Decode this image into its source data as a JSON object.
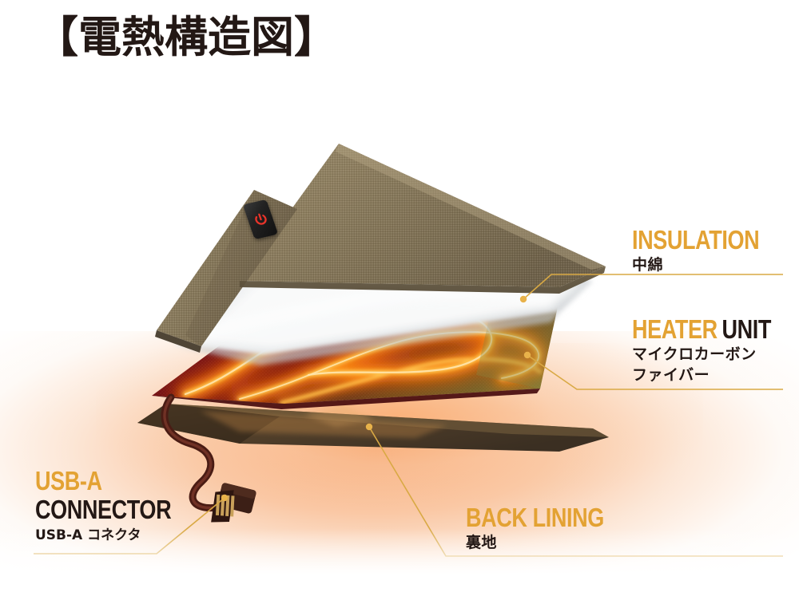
{
  "page": {
    "title_jp": "【電熱構造図】",
    "background_color": "#ffffff",
    "accent_gold": "#E3A233",
    "text_dark": "#231815",
    "leader_line_color": "#D9A944",
    "glow_color": "#F7AA78"
  },
  "labels": {
    "insulation": {
      "en": "INSULATION",
      "en_color": "#E3A233",
      "jp": "中綿"
    },
    "heater": {
      "en_primary": "HEATER",
      "en_primary_color": "#E3A233",
      "en_secondary": "UNIT",
      "en_secondary_color": "#231815",
      "jp_line1": "マイクロカーボン",
      "jp_line2": "ファイバー"
    },
    "back_lining": {
      "en": "BACK LINING",
      "en_color": "#E3A233",
      "jp": "裏地"
    },
    "usb_connector": {
      "en_line1": "USB-A",
      "en_line1_color": "#E3A233",
      "en_line2": "CONNECTOR",
      "en_line2_color": "#231815",
      "jp": "USB-A コネクタ"
    }
  },
  "layers": [
    {
      "name": "outer-shell-fabric",
      "color": "#8A7B5C",
      "description": "khaki woven outer shell"
    },
    {
      "name": "insulation-batting",
      "color": "#EFF0F0",
      "description": "white fluffy batting"
    },
    {
      "name": "heater-unit-sheet",
      "color": "#6E0F14",
      "description": "dark crimson heating panel with glowing elements"
    },
    {
      "name": "back-lining-sheet",
      "color": "#4A3A28",
      "description": "dark brown back lining"
    }
  ],
  "components": {
    "power_button": {
      "name": "power-button",
      "icon": "power-icon",
      "icon_color": "#E8342A",
      "body_color": "#1b1b1b"
    },
    "usb_plug": {
      "name": "usb-a-plug",
      "body_color": "#3C1F16",
      "pin_color": "#C9A15A"
    },
    "cable": {
      "name": "power-cable",
      "color": "#5C241B"
    },
    "heating_element": {
      "name": "heating-element-trace",
      "glow_color": "#FFA413",
      "core_color": "#FFD27A",
      "loops": 3
    }
  }
}
